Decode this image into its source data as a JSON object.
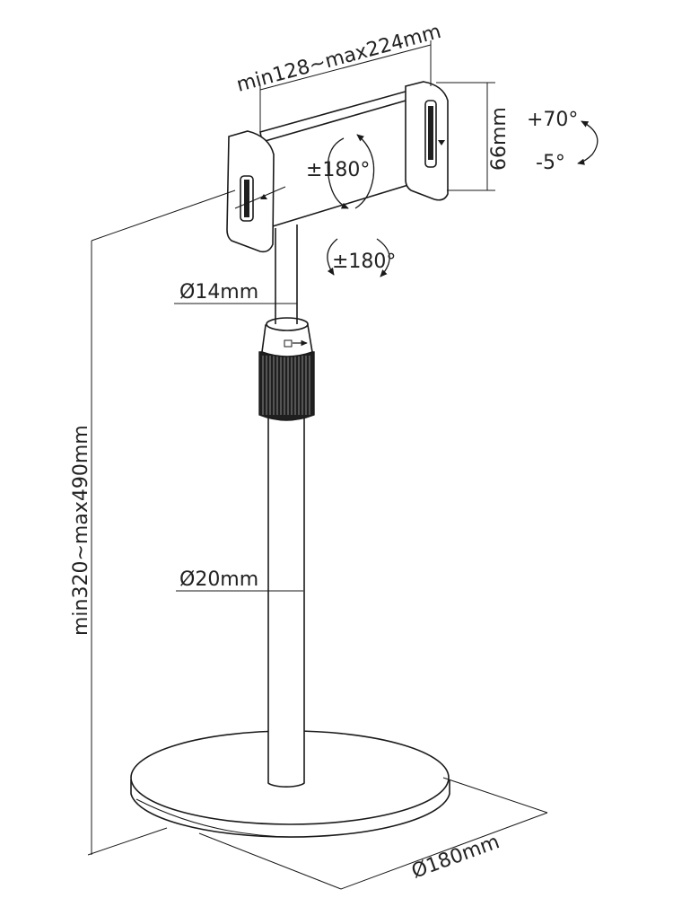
{
  "labels": {
    "holder_width": "min128~max224mm",
    "holder_height": "66mm",
    "tilt_up": "+70°",
    "tilt_down": "-5°",
    "holder_rotation": "±180°",
    "pole_rotation": "±180°",
    "upper_pole_diameter": "Ø14mm",
    "lower_pole_diameter": "Ø20mm",
    "stand_height": "min320~max490mm",
    "base_diameter": "Ø180mm"
  },
  "colors": {
    "line": "#1a1a1a",
    "text": "#222222",
    "clamp_fill": "#ffffff",
    "knob_fill": "#1f1f1f"
  }
}
